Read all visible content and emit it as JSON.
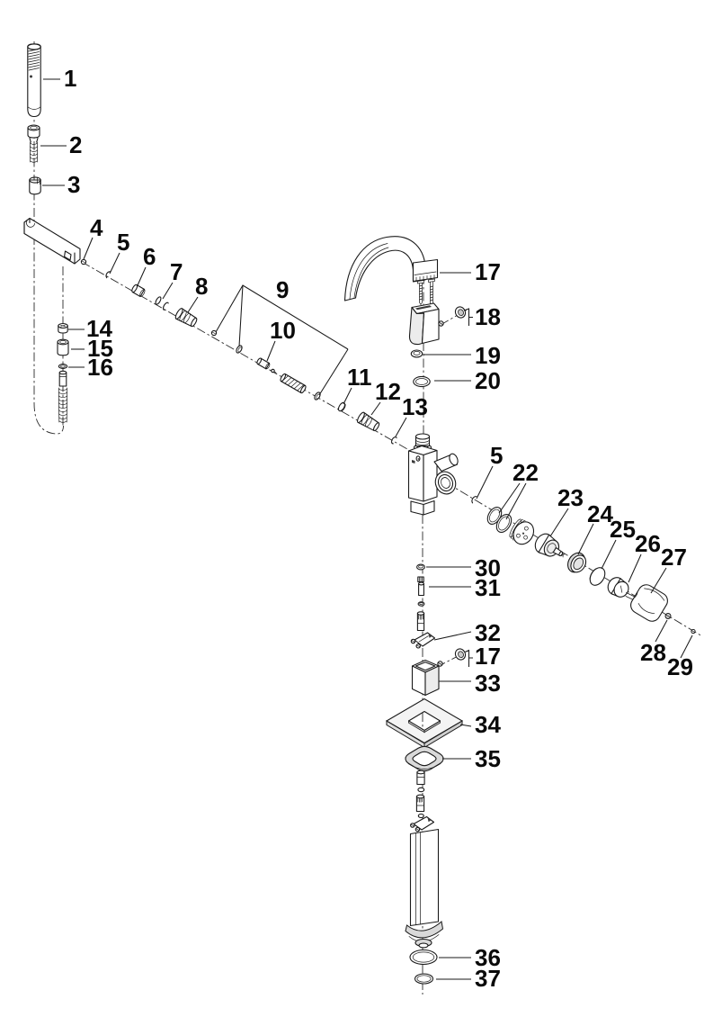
{
  "colors": {
    "line": "#1a1a1a",
    "background": "#ffffff",
    "shade_light": "#ececec",
    "shade_mid": "#d9d9d9"
  },
  "callouts": [
    {
      "label": "1"
    },
    {
      "label": "2"
    },
    {
      "label": "3"
    },
    {
      "label": "4"
    },
    {
      "label": "5"
    },
    {
      "label": "6"
    },
    {
      "label": "7"
    },
    {
      "label": "8"
    },
    {
      "label": "9"
    },
    {
      "label": "10"
    },
    {
      "label": "11"
    },
    {
      "label": "12"
    },
    {
      "label": "13"
    },
    {
      "label": "14"
    },
    {
      "label": "15"
    },
    {
      "label": "16"
    },
    {
      "label": "17"
    },
    {
      "label": "18"
    },
    {
      "label": "19"
    },
    {
      "label": "20"
    },
    {
      "label": "5"
    },
    {
      "label": "22"
    },
    {
      "label": "23"
    },
    {
      "label": "24"
    },
    {
      "label": "25"
    },
    {
      "label": "26"
    },
    {
      "label": "27"
    },
    {
      "label": "28"
    },
    {
      "label": "29"
    },
    {
      "label": "30"
    },
    {
      "label": "31"
    },
    {
      "label": "32"
    },
    {
      "label": "17"
    },
    {
      "label": "33"
    },
    {
      "label": "34"
    },
    {
      "label": "35"
    },
    {
      "label": "36"
    },
    {
      "label": "37"
    }
  ]
}
